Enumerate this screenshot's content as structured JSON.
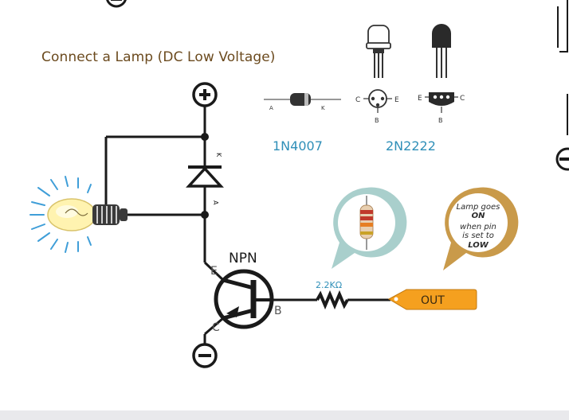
{
  "title": "Connect a Lamp (DC Low Voltage)",
  "components": {
    "diode_part": "1N4007",
    "transistor_part": "2N2222",
    "diode_pin_a": "A",
    "diode_pin_k": "K",
    "transistor_pin_c": "C",
    "transistor_pin_e": "E",
    "transistor_pin_b": "B"
  },
  "circuit": {
    "transistor_type": "NPN",
    "emitter_label": "E",
    "collector_label": "C",
    "base_label": "B",
    "diode_k": "K",
    "diode_a": "A",
    "resistor_value": "2.2KΩ",
    "output_label": "OUT"
  },
  "note": {
    "line1": "Lamp goes",
    "line2": "ON",
    "line3": "when pin",
    "line4": "is set to",
    "line5": "LOW"
  },
  "colors": {
    "wire": "#1a1a1a",
    "title": "#6b4a1e",
    "part_label": "#2f8fb8",
    "out_fill": "#f5a01f",
    "note_fill": "#c99a4a",
    "resistor_bubble": "#a9cfcc",
    "lamp_glow": "#3f9ed8"
  }
}
